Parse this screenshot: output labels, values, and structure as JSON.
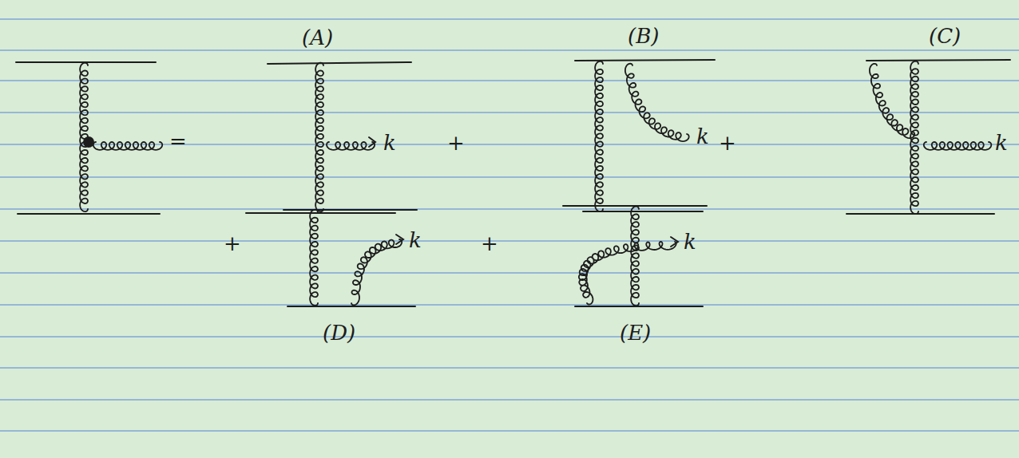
{
  "diagram": {
    "labels": [
      "(A)",
      "(B)",
      "(C)",
      "=",
      "k",
      "+",
      "k",
      "+",
      "k",
      "+",
      "k",
      "+",
      "k",
      "(D)",
      "(E)"
    ]
  }
}
